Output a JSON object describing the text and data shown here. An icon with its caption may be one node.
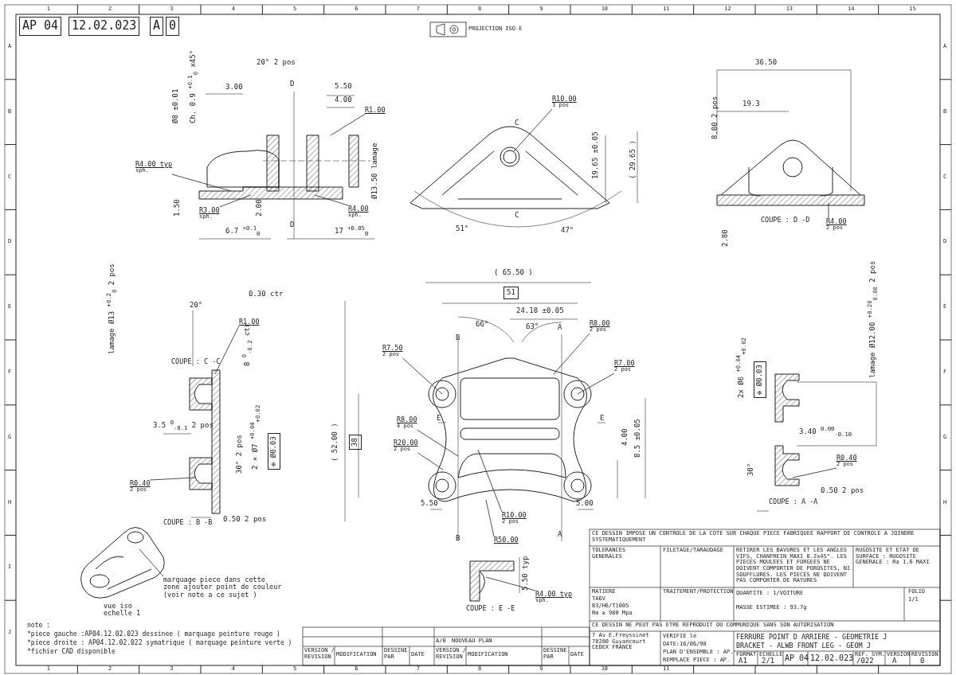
{
  "diagram": {
    "nodes": [
      {
        "text": [],
        "shape": "picture"
      },
      {
        "text": [],
        "shape": "picture"
      },
      {
        "text": [],
        "shape": "picture",
        "beside": [
          "COUPE : D -D"
        ]
      },
      {
        "text": [],
        "shape": "picture",
        "beside": [
          "COUPE : C -C",
          "COUPE : B -B"
        ]
      },
      {
        "text": [],
        "shape": "picture"
      },
      {
        "text": [],
        "shape": "picture",
        "beside": [
          "COUPE : A -A"
        ]
      },
      {
        "text": [],
        "shape": "picture",
        "beside": [
          "COUPE : E -E"
        ]
      },
      {
        "text": [],
        "shape": "picture",
        "beside": [
          "vue iso echelle 1"
        ]
      },
      {
        "text": [
          "R4.00 typ",
          "sph."
        ]
      },
      {
        "text": [
          "R1.00"
        ]
      },
      {
        "text": [
          "R3.00",
          "sph."
        ]
      },
      {
        "text": [
          "R4.00",
          "sph."
        ]
      },
      {
        "text": [
          "R10.00",
          "3 pos"
        ]
      },
      {
        "text": [
          "R4.00",
          "2 pos"
        ]
      },
      {
        "text": [
          "R1.00"
        ]
      },
      {
        "text": [
          "R0.40",
          "2 pos"
        ]
      },
      {
        "text": [
          "R7.50",
          "2 pos"
        ]
      },
      {
        "text": [
          "R8.00",
          "2 pos"
        ]
      },
      {
        "text": [
          "R7.00",
          "2 pos"
        ]
      },
      {
        "text": [
          "R8.00",
          "4 pos"
        ]
      },
      {
        "text": [
          "R20.00",
          "2 pos"
        ]
      },
      {
        "text": [
          "R10.00",
          "2 pos"
        ]
      },
      {
        "text": [
          "R50.00"
        ]
      },
      {
        "text": [
          "R0.40",
          "2 pos"
        ]
      },
      {
        "text": [
          "R4.00 typ",
          "sph."
        ]
      },
      {
        "text": [
          "marquage piece dans cette zone ajouter point de couleur (voir note a ce sujet )"
        ]
      }
    ],
    "edges": [
      {
        "from": 8,
        "to": 0,
        "arrow": "none"
      },
      {
        "from": 9,
        "to": 0,
        "arrow": "none"
      },
      {
        "from": 10,
        "to": 0,
        "arrow": "none"
      },
      {
        "from": 11,
        "to": 0,
        "arrow": "none"
      },
      {
        "from": 12,
        "to": 1,
        "arrow": "none"
      },
      {
        "from": 13,
        "to": 2,
        "arrow": "none"
      },
      {
        "from": 14,
        "to": 3,
        "arrow": "none"
      },
      {
        "from": 15,
        "to": 3,
        "arrow": "none"
      },
      {
        "from": 16,
        "to": 4,
        "arrow": "none"
      },
      {
        "from": 17,
        "to": 4,
        "arrow": "none"
      },
      {
        "from": 18,
        "to": 4,
        "arrow": "none"
      },
      {
        "from": 19,
        "to": 4,
        "arrow": "none"
      },
      {
        "from": 20,
        "to": 4,
        "arrow": "none"
      },
      {
        "from": 21,
        "to": 4,
        "arrow": "none"
      },
      {
        "from": 22,
        "to": 4,
        "arrow": "none"
      },
      {
        "from": 23,
        "to": 5,
        "arrow": "none"
      },
      {
        "from": 24,
        "to": 6,
        "arrow": "none"
      },
      {
        "from": 25,
        "to": 7,
        "arrow": "none"
      }
    ],
    "labels": [
      "AP 04",
      "12.02.023",
      "A",
      "0",
      "PROJECTION ISO-E",
      "20° 2 pos",
      "3.00",
      "D",
      "5.50",
      "4.00",
      "Ø8 ±0.01",
      "Ch. 0.9 $^{+0.1}$$_{0}$ x45°",
      "Ø13.50 lamage",
      "1.50",
      "2.00",
      "D",
      "6.7 $^{+0.1}$$_{0}$",
      "17 $^{+0.05}$$_{0}$",
      "C",
      "C",
      "19.65 ±0.05",
      "( 29.65 )",
      "51°",
      "47°",
      "36.50",
      "19.3",
      "8.00 2 pos",
      "2.80",
      "0.30 ctr",
      "20°",
      "lamage Ø13 $^{+0.2}$$_{0}$ 2 pos",
      "8 $^{0}$$_{-0.2}$ ctr",
      "2 × Ø7 $^{+0.04}$$_{+0.02}$",
      "⊕ Ø0.03",
      "3.5 $^{0}$$_{-0.1}$ 2 pos",
      "30° 2 pos",
      "0.50 2 pos",
      "( 65.50 )",
      "51",
      "24.18 ±0.05",
      "66°",
      "63°",
      "A",
      "B",
      "( 52.00 )",
      "38",
      "E",
      "E",
      "4.00",
      "8.5 ±0.05",
      "5.50",
      "5.00",
      "B",
      "A",
      "2x Ø6 $^{+0.04}$$_{+0.02}$",
      "⊕ Ø0.03",
      "lamage Ø12.00 $^{+0.20}$$_{0.00}$ 2 pos",
      "3.40 $^{0.00}$$_{-0.10}$",
      "30°",
      "0.50 2 pos",
      "5.50 typ",
      "note :",
      "*piece gauche :AP04.12.02.023 dessinee ( marquage peinture rouge )",
      "*piece droite : AP04.12.02.022 symatrique ( marquage peinture verte )",
      "*fichier CAD disponible",
      "VERSION / REVISION",
      "MODIFICATION",
      "A/0",
      "NOUVEAU PLAN",
      "VERSION / REVISION",
      "MODIFICATION",
      "DESSINE PAR",
      "DATE",
      "DESSINE PAR",
      "DATE",
      "CE DESSIN IMPOSE UN CONTROLE DE LA COTE SUR CHAQUE PIECE FABRIQUEE RAPPORT DE CONTROLE A JOINDRE SYSTEMATIQUEMENT",
      "TOLERANCES GENERALES",
      "FILETAGE/TARAUDAGE",
      "RETIRER LES BAVURES ET LES ANGLES VIFS, CHANFREIN MAXI 0.2x45°. LES PIECES MOULEES ET FORGEES NE DOIVENT COMPORTER DE POROSITES, NI SOUFFLURES. LES PIECES NE DOIVENT PAS COMPORTER DE RAYURES",
      "RUGOSITE ET ETAT DE SURFACE : RUGOSITE GENERALE : Ra 1.6 MAXI",
      "MATIERE",
      "TA6V",
      "B3/H6/T1005",
      "Rm ≥ 980 Mpa",
      "TRAITEMENT/PROTECTION",
      "QUANTITE : 1/VOITURE",
      "MASSE ESTIMEE : 93.7g",
      "FOLIO",
      "1/1",
      "CE DESSIN NE PEUT PAS ETRE REPRODUIT OU COMMUNIQUE SANS SON AUTORISATION",
      "FERRURE POINT D ARRIERE - GEOMETRIE J",
      "BRACKET - ALWB FRONT LEG - GEOM J",
      "7 Av E.Freyssinet 78280 Guyancourt CEDEX FRANCE",
      "VERIFIE le",
      "DATE:16/06/98",
      "PLAN D'ENSEMBLE : AP.",
      "REMPLACE PIECE : AP.",
      "FORMAT",
      "A1",
      "ECHELLE",
      "2/1",
      "AP 04",
      "12.02.023",
      "REF. SYM.",
      "/022",
      "VERSION",
      "A",
      "REVISION",
      "0",
      "1",
      "2",
      "3",
      "4",
      "5",
      "6",
      "7",
      "8",
      "9",
      "10",
      "11",
      "12",
      "13",
      "14",
      "15",
      "1",
      "2",
      "3",
      "4",
      "5",
      "6",
      "7",
      "8",
      "9",
      "10",
      "11",
      "A",
      "B",
      "C",
      "D",
      "E",
      "F",
      "G",
      "H",
      "I",
      "J",
      "A",
      "B",
      "C",
      "D",
      "E",
      "F",
      "G",
      "H"
    ]
  }
}
